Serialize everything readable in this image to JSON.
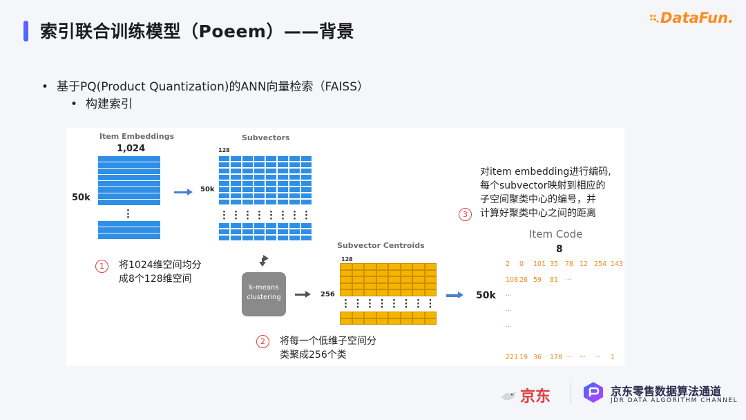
{
  "header": {
    "title": "索引联合训练模型（Poeem）——背景",
    "logo_text": "DataFun."
  },
  "bullets": {
    "level1": "基于PQ(Product Quantization)的ANN向量检索（FAISS）",
    "level2": "构建索引"
  },
  "diagram": {
    "item_embeddings": {
      "title": "Item Embeddings",
      "width_label": "1,024",
      "height_label": "50k"
    },
    "subvectors": {
      "title": "Subvectors",
      "sub_width_label": "128",
      "height_label": "50k"
    },
    "kmeans_label": "k-means clustering",
    "centroids": {
      "title": "Subvector Centroids",
      "sub_width_label": "128",
      "height_label": "256"
    },
    "item_code": {
      "title": "Item Code",
      "width_label": "8",
      "height_label": "50k",
      "rows": [
        [
          "2",
          "0",
          "101",
          "35",
          "78",
          "12",
          "254",
          "143"
        ],
        [
          "108",
          "26",
          "59",
          "81",
          "···"
        ],
        [
          "···"
        ],
        [
          "···"
        ],
        [
          "···"
        ],
        [
          "221",
          "19",
          "36",
          "178",
          "···",
          "···",
          "···",
          "1"
        ]
      ]
    },
    "step1": {
      "num": "1",
      "text": [
        "将1024维空间均分",
        "成8个128维空间"
      ]
    },
    "step2": {
      "num": "2",
      "text": [
        "将每一个低维子空间分",
        "类聚成256个类"
      ]
    },
    "step3": {
      "num": "3",
      "text": [
        "对item embedding进行编码,",
        "每个subvector映射到相应的",
        "子空间聚类中心的编号，并",
        "计算好聚类中心之间的距离"
      ]
    }
  },
  "footer": {
    "jd_text": "京东",
    "channel_name": "京东零售数据算法通道",
    "channel_en": "JDR DATA ALGORITHM CHANNEL"
  },
  "colors": {
    "accent_blue": "#2f8fe6",
    "accent_orange": "#f5b400",
    "alert_red": "#e23c3c"
  }
}
